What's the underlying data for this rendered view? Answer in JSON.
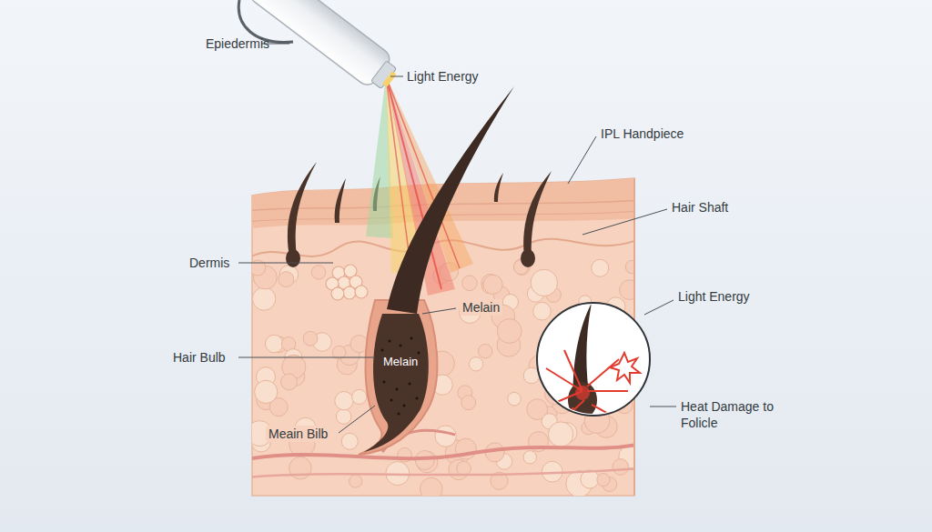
{
  "diagram": {
    "labels": [
      "Epiedermis",
      "Light Energy",
      "IPL Handpiece",
      "Hair Shaft",
      "Dermis",
      "Melain",
      "Light Energy",
      "Hair Bulb",
      "Melain",
      "Meain Bilb",
      "Heat Damage to Folicle"
    ]
  }
}
